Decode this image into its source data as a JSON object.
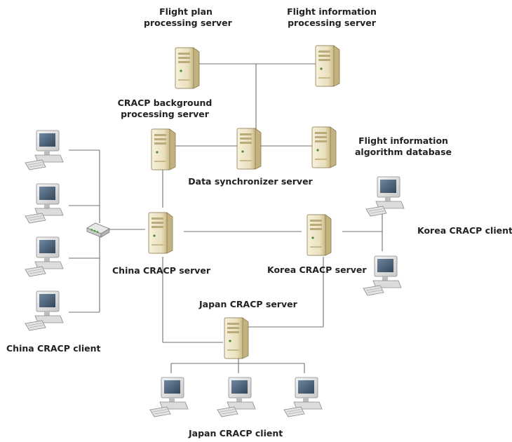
{
  "labels": {
    "flight_plan_server": [
      "Flight plan",
      "processing server"
    ],
    "flight_info_server": [
      "Flight information",
      "processing server"
    ],
    "background_server": [
      "CRACP background",
      "processing server"
    ],
    "algorithm_db": [
      "Flight information",
      "algorithm database"
    ],
    "data_sync_server": "Data synchronizer server",
    "china_server": "China CRACP server",
    "korea_server": "Korea CRACP server",
    "japan_server": "Japan CRACP server",
    "korea_client": "Korea CRACP client",
    "china_client": "China CRACP client",
    "japan_client": "Japan CRACP client"
  },
  "colors": {
    "line": "#707070",
    "server_body": "#ece3c3",
    "server_shadow": "#b9ab78",
    "monitor_frame": "#e6e6e6",
    "screen": "#4f6478",
    "keyboard": "#d8d8d8",
    "text": "#222222"
  },
  "icons": {
    "server": "server-tower-icon",
    "client": "desktop-computer-icon",
    "hub": "network-hub-icon"
  }
}
